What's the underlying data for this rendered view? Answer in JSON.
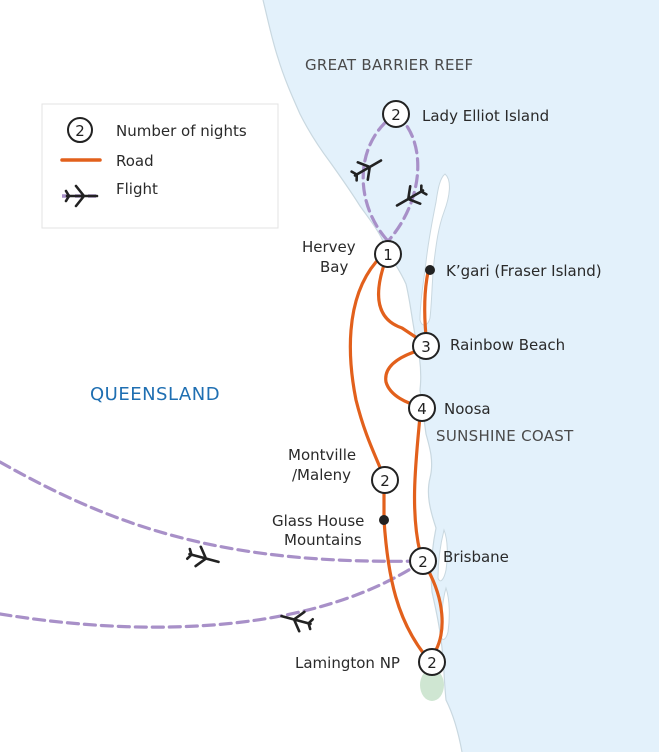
{
  "legend": {
    "nights_label": "Number of nights",
    "nights_sample": "2",
    "road_label": "Road",
    "flight_label": "Flight"
  },
  "regions": {
    "sea": "GREAT BARRIER REEF",
    "state": "QUEENSLAND",
    "coast": "SUNSHINE COAST"
  },
  "stops": {
    "lady_elliot": {
      "name": "Lady Elliot Island",
      "nights": "2"
    },
    "hervey_bay": {
      "name_line1": "Hervey",
      "name_line2": "Bay",
      "nights": "1"
    },
    "kgari": {
      "name": "K’gari (Fraser Island)"
    },
    "rainbow_beach": {
      "name": "Rainbow Beach",
      "nights": "3"
    },
    "noosa": {
      "name": "Noosa",
      "nights": "4"
    },
    "montville": {
      "name_line1": "Montville",
      "name_line2": "/Maleny",
      "nights": "2"
    },
    "glass_house": {
      "name_line1": "Glass House",
      "name_line2": "Mountains"
    },
    "brisbane": {
      "name": "Brisbane",
      "nights": "2"
    },
    "lamington": {
      "name": "Lamington NP",
      "nights": "2"
    }
  },
  "colors": {
    "road": "#e2601c",
    "flight": "#a890c8",
    "sea": "#e3f1fb",
    "coast_line": "#c9d8e0",
    "region_blue": "#1f6fb2",
    "park_green": "#cfe6d2"
  }
}
